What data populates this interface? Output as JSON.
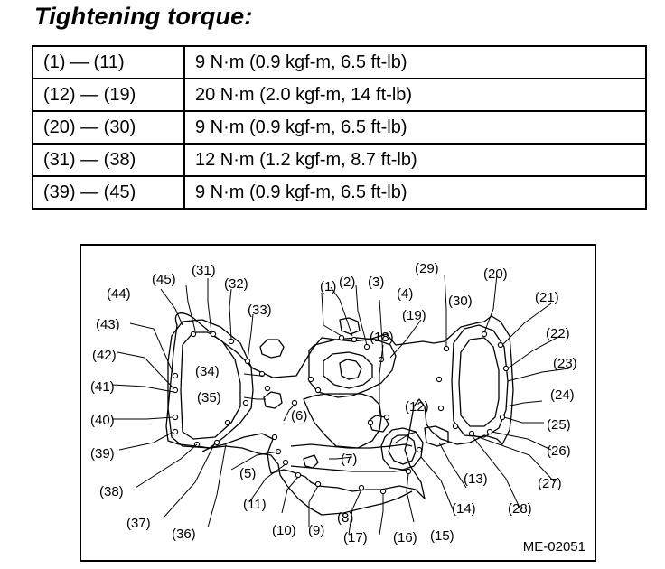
{
  "title": "Tightening torque:",
  "torque_table": [
    {
      "range": "(1) — (11)",
      "torque": "9 N·m (0.9 kgf-m, 6.5 ft-lb)"
    },
    {
      "range": "(12) — (19)",
      "torque": "20 N·m (2.0 kgf-m, 14 ft-lb)"
    },
    {
      "range": "(20) — (30)",
      "torque": "9 N·m (0.9 kgf-m, 6.5 ft-lb)"
    },
    {
      "range": "(31) — (38)",
      "torque": "12 N·m (1.2 kgf-m, 8.7 ft-lb)"
    },
    {
      "range": "(39) — (45)",
      "torque": "9 N·m (0.9 kgf-m, 6.5 ft-lb)"
    }
  ],
  "diagram": {
    "figure_code": "ME-02051",
    "callouts": {
      "c1": "(1)",
      "c2": "(2)",
      "c3": "(3)",
      "c4": "(4)",
      "c5": "(5)",
      "c6": "(6)",
      "c7": "(7)",
      "c8": "(8)",
      "c9": "(9)",
      "c10": "(10)",
      "c11": "(11)",
      "c12": "(12)",
      "c13": "(13)",
      "c14": "(14)",
      "c15": "(15)",
      "c16": "(16)",
      "c17": "(17)",
      "c18": "(18)",
      "c19": "(19)",
      "c20": "(20)",
      "c21": "(21)",
      "c22": "(22)",
      "c23": "(23)",
      "c24": "(24)",
      "c25": "(25)",
      "c26": "(26)",
      "c27": "(27)",
      "c28": "(28)",
      "c29": "(29)",
      "c30": "(30)",
      "c31": "(31)",
      "c32": "(32)",
      "c33": "(33)",
      "c34": "(34)",
      "c35": "(35)",
      "c36": "(36)",
      "c37": "(37)",
      "c38": "(38)",
      "c39": "(39)",
      "c40": "(40)",
      "c41": "(41)",
      "c42": "(42)",
      "c43": "(43)",
      "c44": "(44)",
      "c45": "(45)"
    }
  }
}
